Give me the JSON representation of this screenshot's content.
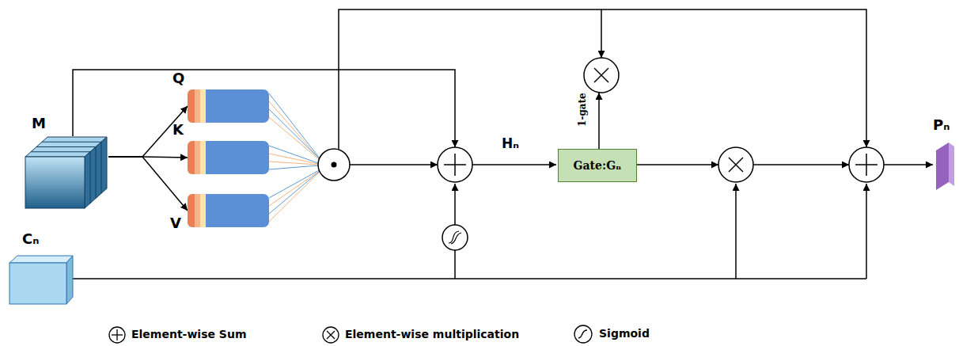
{
  "diagram": {
    "nodes": [
      {
        "text": [
          "M"
        ]
      },
      {
        "text": [
          "Q"
        ]
      },
      {
        "text": [
          "K"
        ]
      },
      {
        "text": [
          "V"
        ]
      },
      {
        "text": [
          "Gate:Gₙ"
        ]
      },
      {
        "text": [
          "Cₙ"
        ]
      },
      {
        "text": [
          "Pₙ"
        ]
      }
    ],
    "edges": [
      {
        "from": 0,
        "to": 1,
        "arrow": "to"
      },
      {
        "from": 0,
        "to": 2,
        "arrow": "to"
      },
      {
        "from": 0,
        "to": 3,
        "arrow": "to"
      }
    ],
    "labels": [
      "Hₙ",
      "1-gate"
    ],
    "legend": [
      {
        "text": "Element-wise Sum"
      },
      {
        "text": "Element-wise multiplication"
      },
      {
        "text": "Sigmoid"
      }
    ]
  }
}
